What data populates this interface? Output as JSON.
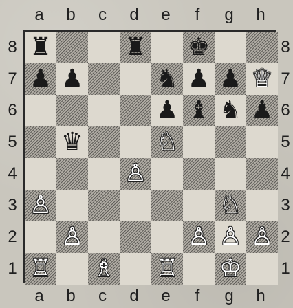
{
  "board": {
    "files": [
      "a",
      "b",
      "c",
      "d",
      "e",
      "f",
      "g",
      "h"
    ],
    "ranks": [
      "8",
      "7",
      "6",
      "5",
      "4",
      "3",
      "2",
      "1"
    ],
    "square_colors": {
      "light": "#ddd9cf",
      "dark": "#a5a197"
    },
    "pieces": [
      {
        "square": "a8",
        "color": "black",
        "type": "rook",
        "glyph": "♜"
      },
      {
        "square": "d8",
        "color": "black",
        "type": "rook",
        "glyph": "♜"
      },
      {
        "square": "f8",
        "color": "black",
        "type": "king",
        "glyph": "♚"
      },
      {
        "square": "a7",
        "color": "black",
        "type": "pawn",
        "glyph": "♟"
      },
      {
        "square": "b7",
        "color": "black",
        "type": "pawn",
        "glyph": "♟"
      },
      {
        "square": "e7",
        "color": "black",
        "type": "knight",
        "glyph": "♞"
      },
      {
        "square": "f7",
        "color": "black",
        "type": "pawn",
        "glyph": "♟"
      },
      {
        "square": "g7",
        "color": "black",
        "type": "pawn",
        "glyph": "♟"
      },
      {
        "square": "h7",
        "color": "white",
        "type": "queen",
        "glyph": "♕"
      },
      {
        "square": "e6",
        "color": "black",
        "type": "pawn",
        "glyph": "♟"
      },
      {
        "square": "f6",
        "color": "black",
        "type": "bishop",
        "glyph": "♝"
      },
      {
        "square": "g6",
        "color": "black",
        "type": "knight",
        "glyph": "♞"
      },
      {
        "square": "h6",
        "color": "black",
        "type": "pawn",
        "glyph": "♟"
      },
      {
        "square": "b5",
        "color": "black",
        "type": "queen",
        "glyph": "♛"
      },
      {
        "square": "e5",
        "color": "white",
        "type": "knight",
        "glyph": "♘"
      },
      {
        "square": "d4",
        "color": "white",
        "type": "pawn",
        "glyph": "♙"
      },
      {
        "square": "a3",
        "color": "white",
        "type": "pawn",
        "glyph": "♙"
      },
      {
        "square": "g3",
        "color": "white",
        "type": "knight",
        "glyph": "♘"
      },
      {
        "square": "b2",
        "color": "white",
        "type": "pawn",
        "glyph": "♙"
      },
      {
        "square": "f2",
        "color": "white",
        "type": "pawn",
        "glyph": "♙"
      },
      {
        "square": "g2",
        "color": "white",
        "type": "pawn",
        "glyph": "♙"
      },
      {
        "square": "h2",
        "color": "white",
        "type": "pawn",
        "glyph": "♙"
      },
      {
        "square": "a1",
        "color": "white",
        "type": "rook",
        "glyph": "♖"
      },
      {
        "square": "c1",
        "color": "white",
        "type": "bishop",
        "glyph": "♗"
      },
      {
        "square": "e1",
        "color": "white",
        "type": "rook",
        "glyph": "♖"
      },
      {
        "square": "g1",
        "color": "white",
        "type": "king",
        "glyph": "♔"
      }
    ]
  }
}
